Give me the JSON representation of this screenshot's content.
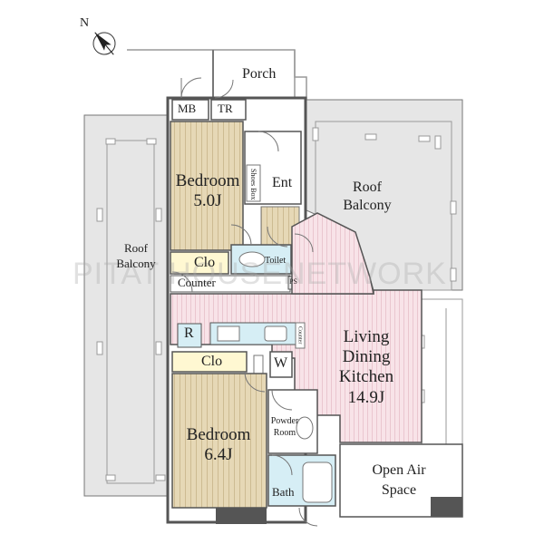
{
  "compass": {
    "label": "N"
  },
  "rooms": {
    "porch": "Porch",
    "mb": "MB",
    "tr": "TR",
    "bedroom1_name": "Bedroom",
    "bedroom1_size": "5.0J",
    "shoes_box": "Shoes Box",
    "ent": "Ent",
    "roof_balcony_right_1": "Roof",
    "roof_balcony_right_2": "Balcony",
    "roof_balcony_left_1": "Roof",
    "roof_balcony_left_2": "Balcony",
    "clo1": "Clo",
    "toilet": "Toilet",
    "counter": "Counter",
    "ps": "PS",
    "r": "R",
    "counter_small": "Counter",
    "clo2": "Clo",
    "w": "W",
    "ldk_1": "Living",
    "ldk_2": "Dining",
    "ldk_3": "Kitchen",
    "ldk_size": "14.9J",
    "powder_1": "Powder",
    "powder_2": "Room",
    "bedroom2_name": "Bedroom",
    "bedroom2_size": "6.4J",
    "bath": "Bath",
    "open_air_1": "Open Air",
    "open_air_2": "Space"
  },
  "watermark": "PITAT HOUSENETWORK",
  "colors": {
    "balcony": "#e6e6e6",
    "wall": "#555555",
    "bedroom_wood": "#e3d5b2",
    "ldk_pink": "#f7e1e6",
    "closet_yellow": "#fff8d2",
    "wet_blue": "#d6eef5",
    "floor_white": "#ffffff"
  }
}
